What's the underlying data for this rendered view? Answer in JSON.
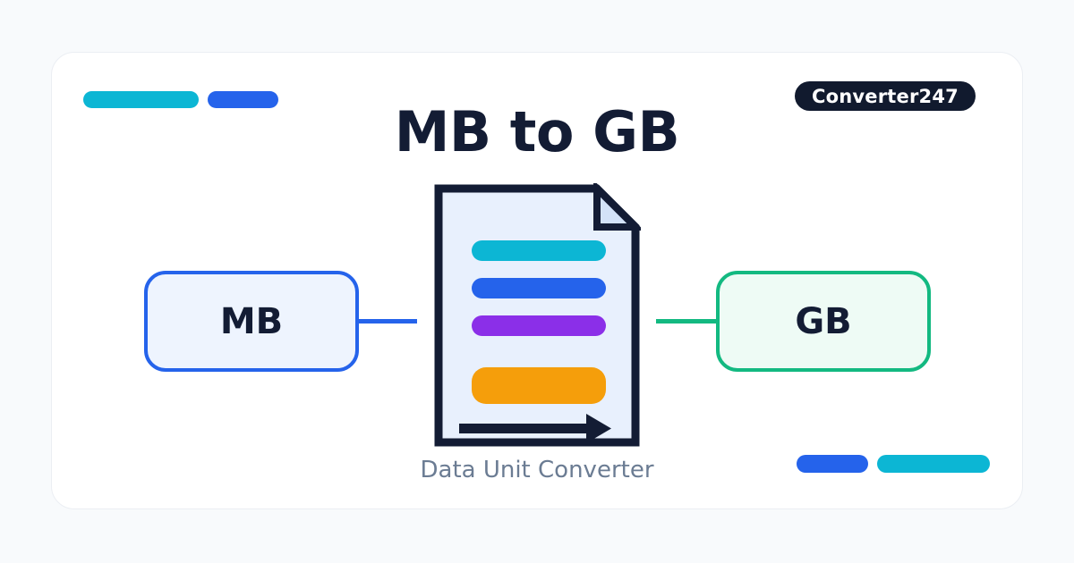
{
  "page": {
    "background_color": "#f8fafc"
  },
  "card": {
    "background_color": "#ffffff",
    "border_color": "#ebeef3"
  },
  "badge": {
    "label": "Converter247",
    "background_color": "#111a2e",
    "text_color": "#ffffff"
  },
  "header": {
    "title": "MB to GB",
    "title_color": "#131c34"
  },
  "caption": {
    "text": "Data Unit Converter",
    "color": "#6b7c93"
  },
  "conversion": {
    "from_unit": {
      "label": "MB",
      "border_color": "#2563eb",
      "fill_color": "#eef4fe"
    },
    "to_unit": {
      "label": "GB",
      "border_color": "#13b981",
      "fill_color": "#eefbf5"
    },
    "connector_left_color": "#2563eb",
    "connector_right_color": "#13b981"
  },
  "document_icon": {
    "name": "document-file-icon",
    "page_fill": "#e8f0fd",
    "fold_fill": "#d3e2f8",
    "outline_color": "#131c34",
    "bars": [
      {
        "name": "doc-bar-cyan",
        "color": "#0cb6d4"
      },
      {
        "name": "doc-bar-blue",
        "color": "#2563eb"
      },
      {
        "name": "doc-bar-purple",
        "color": "#8b2fe8"
      },
      {
        "name": "doc-bar-orange",
        "color": "#f59e0b"
      }
    ],
    "arrow_color": "#131c34"
  },
  "decorations": {
    "top_left": [
      {
        "name": "deco-pill-cyan",
        "color": "#0cb6d4"
      },
      {
        "name": "deco-pill-blue",
        "color": "#2563eb"
      }
    ],
    "bottom_right": [
      {
        "name": "deco-pill-blue",
        "color": "#2563eb"
      },
      {
        "name": "deco-pill-cyan",
        "color": "#0cb6d4"
      }
    ]
  }
}
